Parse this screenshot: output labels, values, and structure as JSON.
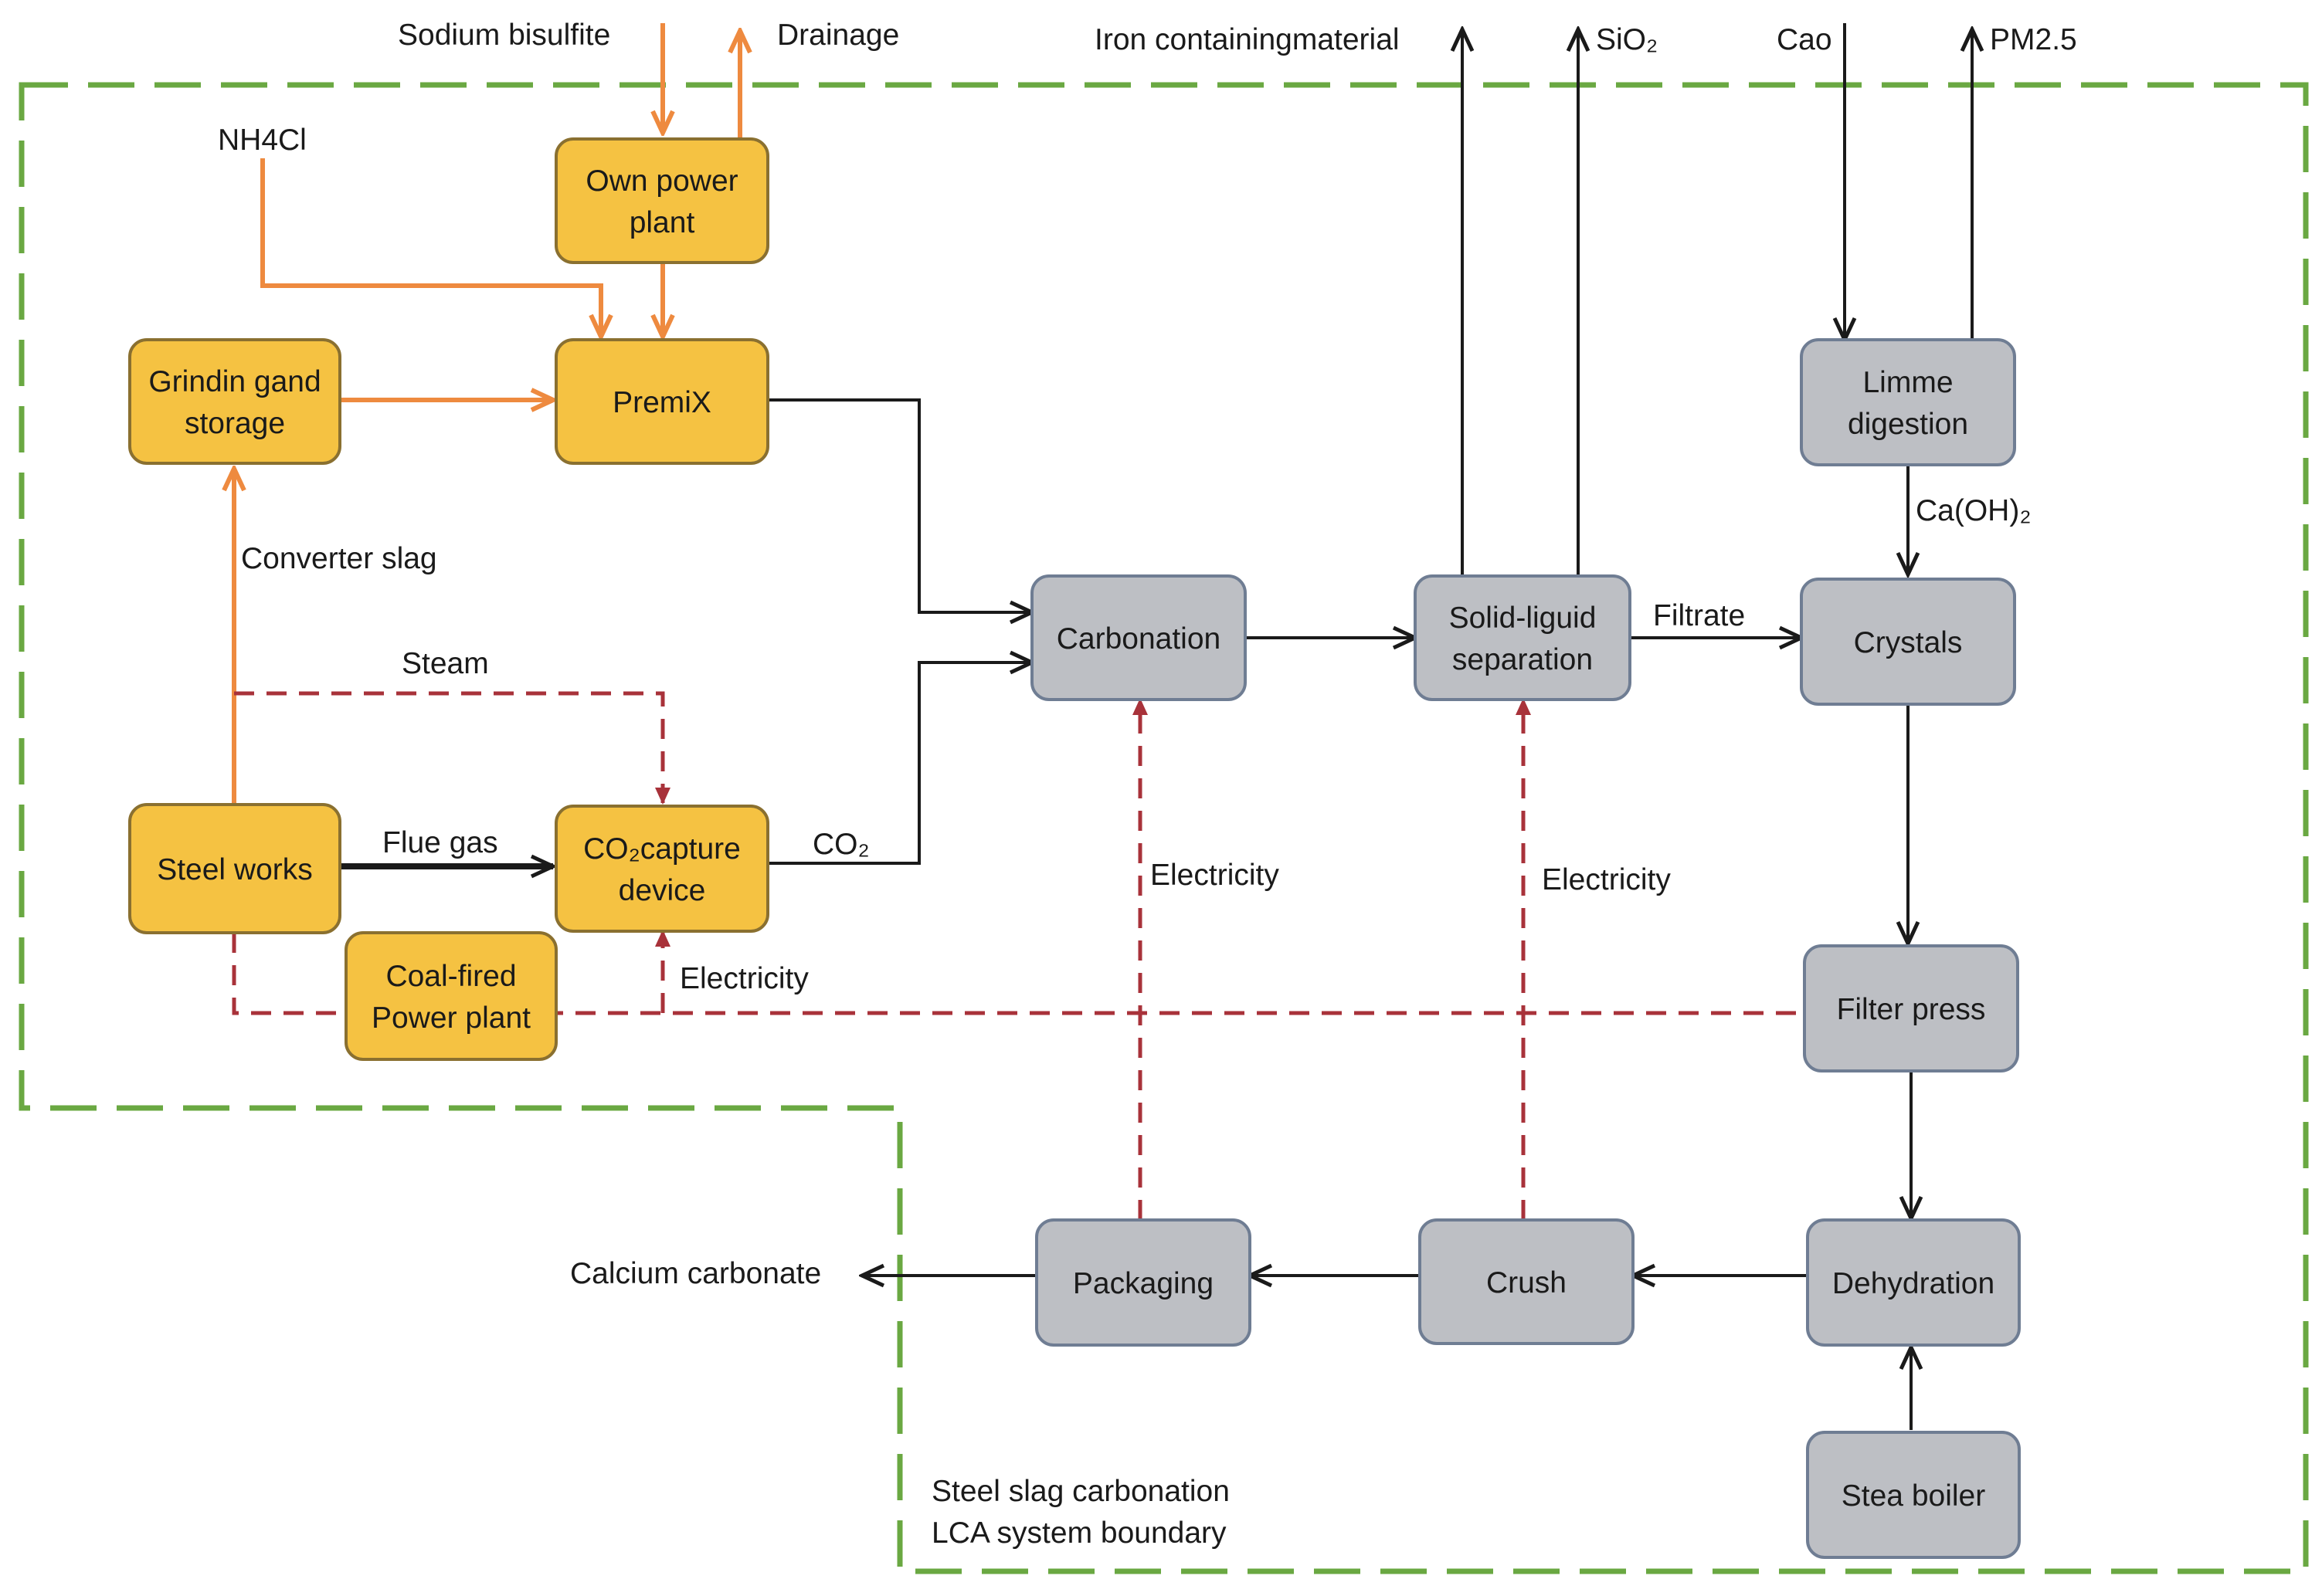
{
  "colors": {
    "process_fill": "#f5c242",
    "process_stroke": "#8a7030",
    "product_fill": "#bdbfc4",
    "product_stroke": "#6f7d93",
    "orange_flow": "#ee8a3f",
    "black_flow": "#1a1a1a",
    "electric_flow": "#a8323a",
    "boundary": "#6aa842"
  },
  "nodes": {
    "own_power_plant": [
      "Own power",
      "plant"
    ],
    "premix": [
      "PremiX"
    ],
    "grinding_storage": [
      "Grindin gand",
      "storage"
    ],
    "steel_works": [
      "Steel works"
    ],
    "co2_capture": [
      "CO₂capture",
      "device"
    ],
    "coal_power": [
      "Coal-fired",
      "Power plant"
    ],
    "carbonation": [
      "Carbonation"
    ],
    "solid_liquid": [
      "Solid-liguid",
      "separation"
    ],
    "lime_digestion": [
      "Limme",
      "digestion"
    ],
    "crystals": [
      "Crystals"
    ],
    "filter_press": [
      "Filter press"
    ],
    "dehydration": [
      "Dehydration"
    ],
    "crush": [
      "Crush"
    ],
    "packaging": [
      "Packaging"
    ],
    "steam_boiler": [
      "Stea boiler"
    ]
  },
  "labels": {
    "sodium_bisulfite": "Sodium bisulfite",
    "drainage": "Drainage",
    "nh4cl": "NH4Cl",
    "iron_material": "Iron containingmaterial",
    "sio2": "SiO₂",
    "cao": "Cao",
    "pm25": "PM2.5",
    "converter_slag": "Converter slag",
    "steam": "Steam",
    "flue_gas": "Flue gas",
    "co2": "CO₂",
    "electricity_capture": "Electricity",
    "electricity_carbonation": "Electricity",
    "electricity_separation": "Electricity",
    "filtrate": "Filtrate",
    "caoh2": "Ca(OH)₂",
    "calcium_carbonate": "Calcium carbonate"
  },
  "boundary": [
    "Steel slag carbonation",
    "LCA system boundary"
  ]
}
